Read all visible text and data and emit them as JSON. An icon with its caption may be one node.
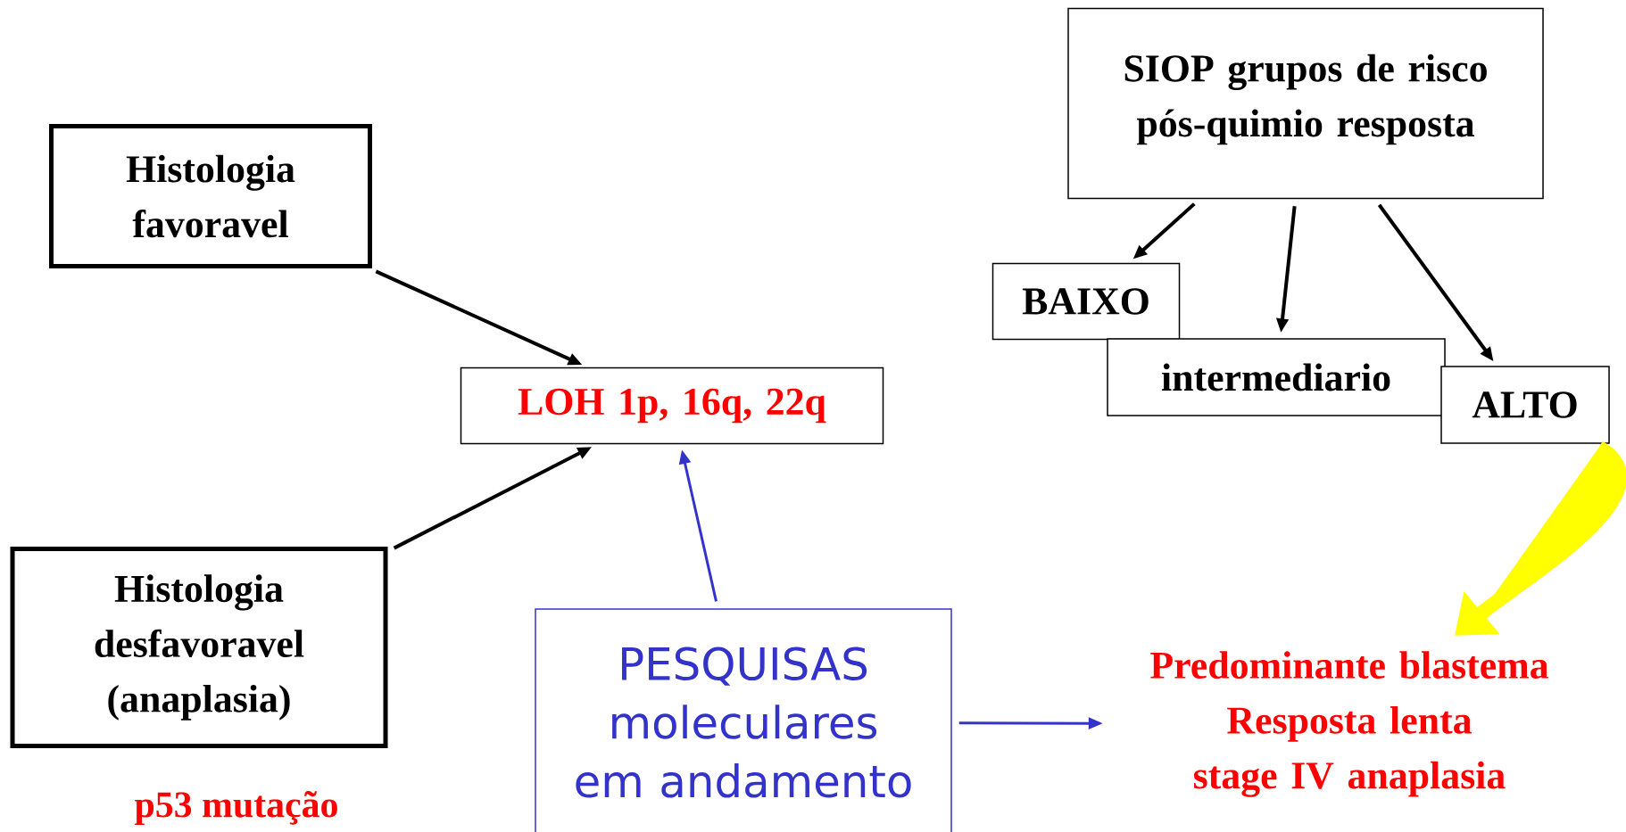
{
  "diagram": {
    "nodes": [
      {
        "text": [
          "SIOP grupos de risco pós-quimio resposta"
        ]
      },
      {
        "text": [
          "Histologia favoravel"
        ]
      },
      {
        "text": [
          "BAIXO"
        ]
      },
      {
        "text": [
          "intermediario"
        ]
      },
      {
        "text": [
          "LOH 1p, 16q, 22q"
        ]
      },
      {
        "text": [
          "ALTO"
        ]
      },
      {
        "text": [
          "Histologia desfavoravel (anaplasia)"
        ]
      },
      {
        "text": [
          "PESQUISAS moleculares em andamento"
        ]
      },
      {
        "text": [
          "Predominante blastema Resposta lenta stage IV anaplasia"
        ]
      }
    ],
    "edges": [
      {
        "from": 0,
        "to": 2,
        "arrow": "to"
      },
      {
        "from": 0,
        "to": 3,
        "arrow": "to"
      },
      {
        "from": 0,
        "to": 5,
        "arrow": "to"
      },
      {
        "from": 1,
        "to": 4,
        "arrow": "to"
      },
      {
        "from": 6,
        "to": 4,
        "arrow": "to"
      },
      {
        "from": 7,
        "to": 4,
        "arrow": "to",
        "color": "#3333cc"
      },
      {
        "from": 7,
        "to": 8,
        "arrow": "to",
        "color": "#3333cc"
      },
      {
        "from": 5,
        "to": 8,
        "arrow": "to",
        "style": "thick",
        "color": "#ffff00"
      }
    ],
    "labels": [
      "p53 mutação"
    ]
  }
}
